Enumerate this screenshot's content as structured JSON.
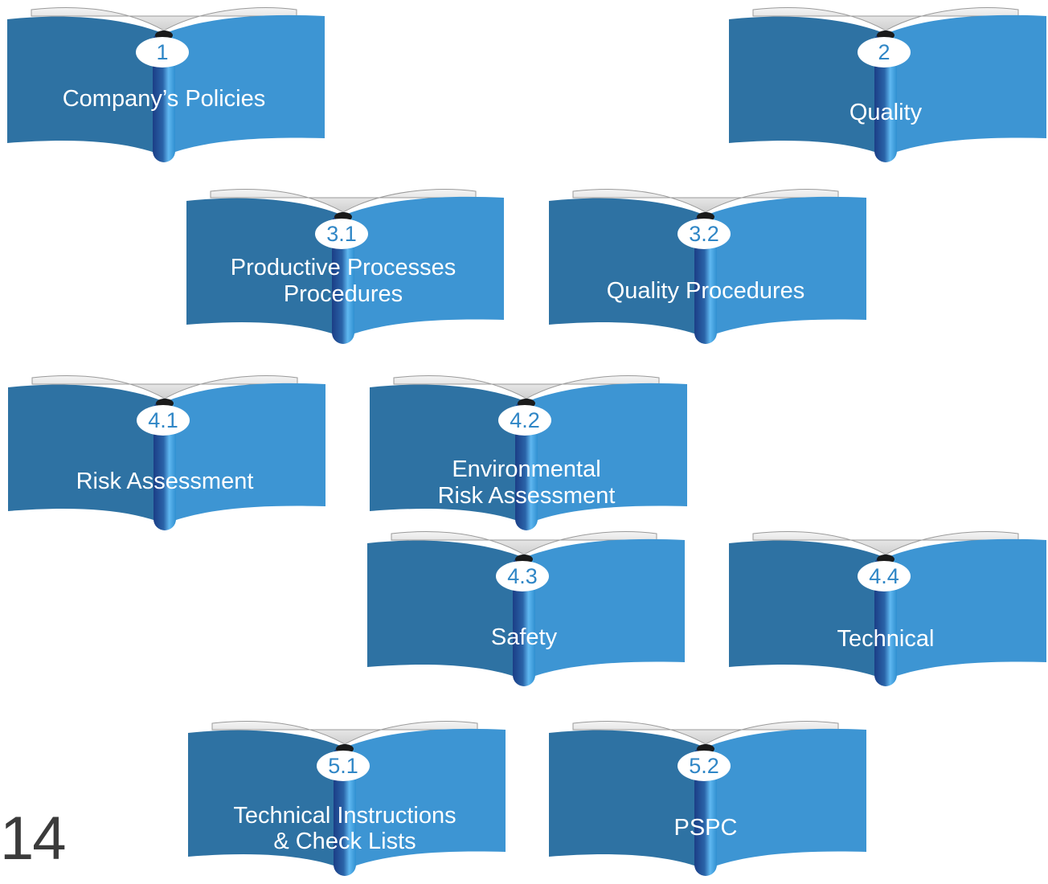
{
  "books": [
    {
      "number": "1",
      "lines": [
        "Company’s Policies"
      ]
    },
    {
      "number": "2",
      "lines": [
        "Quality"
      ]
    },
    {
      "number": "3.1",
      "lines": [
        "Productive Processes",
        "Procedures"
      ]
    },
    {
      "number": "3.2",
      "lines": [
        "Quality Procedures"
      ]
    },
    {
      "number": "4.1",
      "lines": [
        "Risk Assessment"
      ]
    },
    {
      "number": "4.2",
      "lines": [
        "Environmental",
        "Risk Assessment"
      ]
    },
    {
      "number": "4.3",
      "lines": [
        "Safety"
      ]
    },
    {
      "number": "4.4",
      "lines": [
        "Technical"
      ]
    },
    {
      "number": "5.1",
      "lines": [
        "Technical Instructions",
        "& Check Lists"
      ]
    },
    {
      "number": "5.2",
      "lines": [
        "PSPC"
      ]
    }
  ],
  "page_number": "14",
  "colors": {
    "cover_left": "#2e72a3",
    "cover_right": "#3d95d3",
    "spine": "#1f5f94",
    "badge_text": "#2f86c6"
  }
}
